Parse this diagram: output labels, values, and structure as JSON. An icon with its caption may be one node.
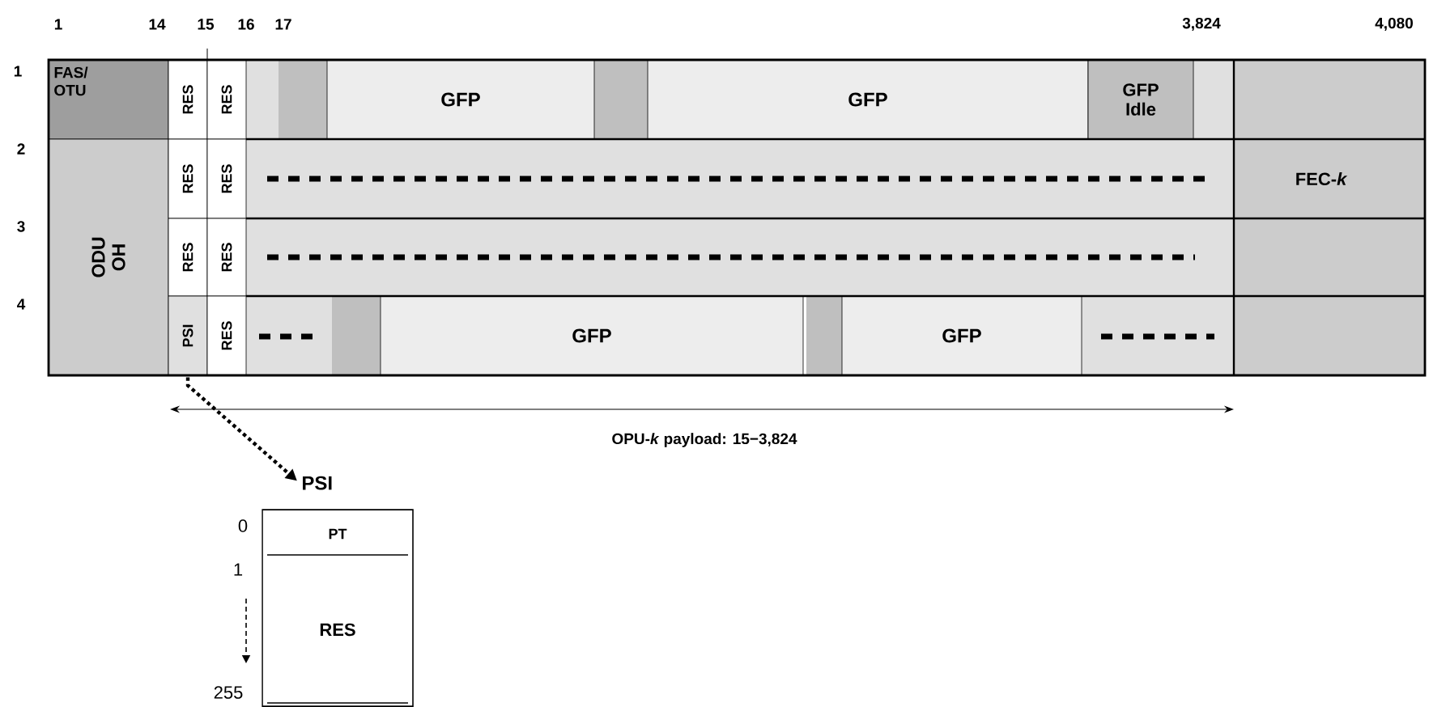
{
  "diagram": {
    "nodes": [
      {
        "text": [
          "FAS/ OTU"
        ]
      },
      {
        "text": [
          "RES"
        ]
      },
      {
        "text": [
          "RES"
        ]
      },
      {
        "text": [
          "GFP"
        ]
      },
      {
        "text": [
          "GFP"
        ]
      },
      {
        "text": [
          "GFP Idle"
        ]
      },
      {
        "text": [
          "FEC-*k*"
        ]
      },
      {
        "text": [
          "ODU OH"
        ]
      },
      {
        "text": [
          "RES"
        ]
      },
      {
        "text": [
          "RES"
        ]
      },
      {
        "text": [
          "RES"
        ]
      },
      {
        "text": [
          "RES"
        ]
      },
      {
        "text": [
          "PSI"
        ]
      },
      {
        "text": [
          "RES"
        ]
      },
      {
        "text": [
          "GFP"
        ]
      },
      {
        "text": [
          "GFP"
        ]
      },
      {
        "text": [
          "PSI"
        ]
      },
      {
        "text": [
          "PT"
        ],
        "in": 16
      },
      {
        "text": [
          "RES"
        ],
        "in": 16
      }
    ],
    "edges": [
      {
        "from": 12,
        "to": 16,
        "arrow": "to",
        "style": "dashed"
      }
    ],
    "labels": [
      "1",
      "14",
      "15",
      "16",
      "17",
      "3,824",
      "4,080",
      "1",
      "2",
      "3",
      "4",
      "OPU-*k* payload: 15−3,824",
      "0",
      "1",
      "255"
    ]
  }
}
